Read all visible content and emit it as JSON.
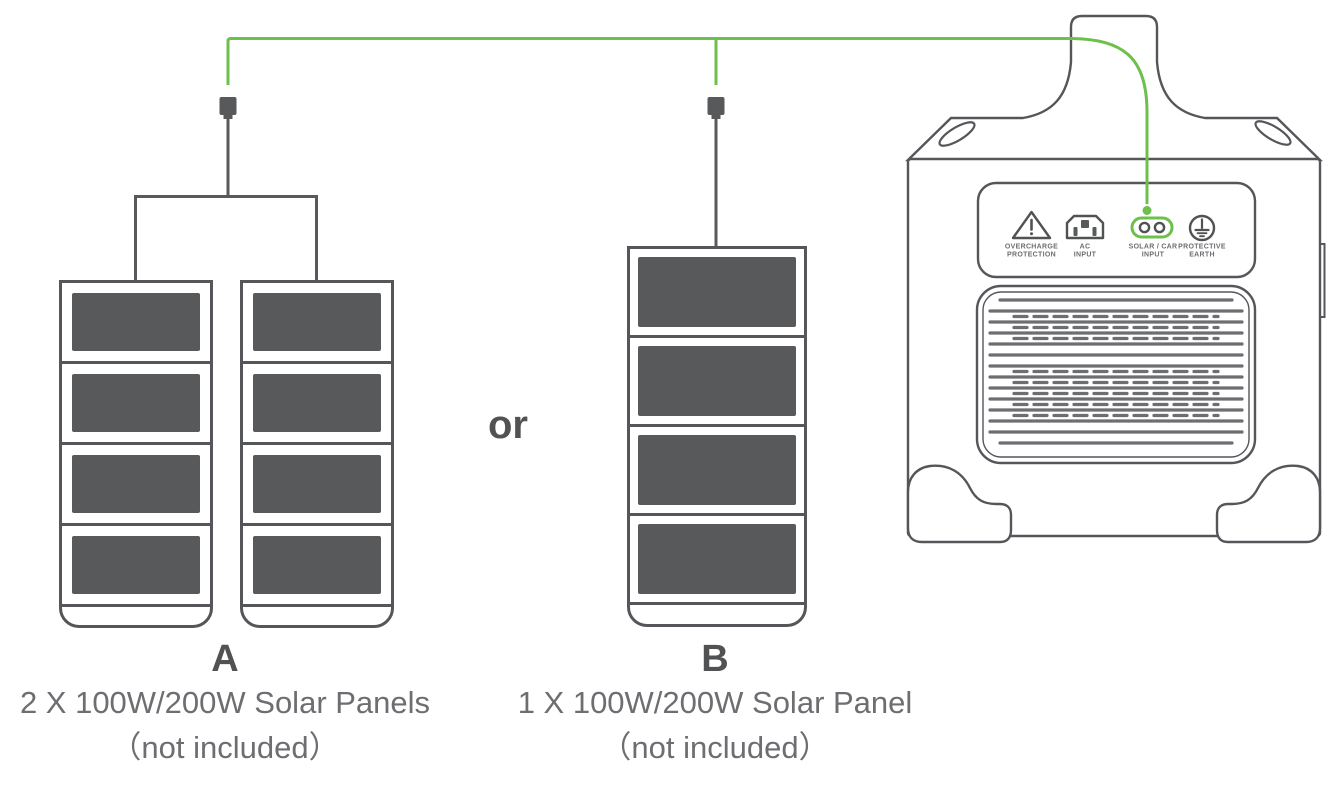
{
  "diagram": {
    "or_label": "or",
    "options": [
      {
        "label": "A",
        "description": "2 X 100W/200W Solar Panels",
        "note": "（not included）"
      },
      {
        "label": "B",
        "description": "1 X 100W/200W Solar Panel",
        "note": "（not included）"
      }
    ],
    "power_station": {
      "ports": [
        {
          "name": "overcharge-protection",
          "line1": "OVERCHARGE",
          "line2": "PROTECTION"
        },
        {
          "name": "ac-input",
          "line1": "AC",
          "line2": "INPUT"
        },
        {
          "name": "solar-car-input",
          "line1": "SOLAR / CAR",
          "line2": "INPUT"
        },
        {
          "name": "protective-earth",
          "line1": "PROTECTIVE",
          "line2": "EARTH"
        }
      ]
    },
    "colors": {
      "wire_green": "#6cc04b",
      "panel_cell": "#58595b",
      "outline_gray": "#55565a",
      "text_gray": "#6d6e71"
    }
  }
}
